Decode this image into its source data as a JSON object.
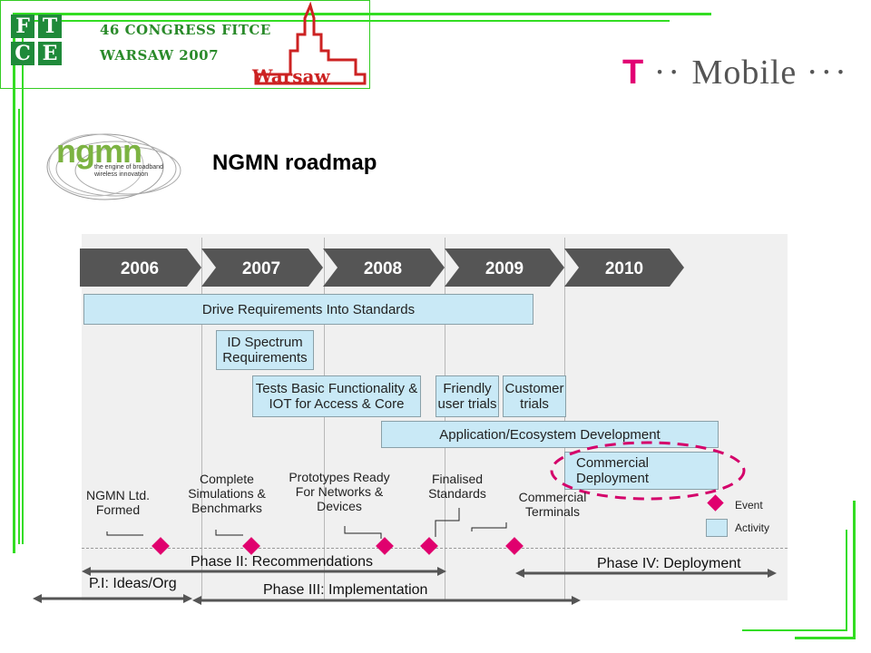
{
  "header": {
    "congress_line1": "46 CONGRESS FITCE",
    "congress_line2": "WARSAW 2007",
    "fitce_letters": [
      "F",
      "T",
      "C",
      "E"
    ],
    "warsaw_logo_text": "Warsaw",
    "tmobile_t": "T",
    "tmobile_dots1": "··",
    "tmobile_word": "Mobile",
    "tmobile_dots2": "···"
  },
  "ngmn_logo": {
    "word": "ngmn",
    "tagline": "the engine of broadband wireless innovation"
  },
  "title": "NGMN roadmap",
  "roadmap": {
    "years": [
      "2006",
      "2007",
      "2008",
      "2009",
      "2010"
    ],
    "activities": {
      "drive": "Drive Requirements Into Standards",
      "spectrum": "ID Spectrum Requirements",
      "tests": "Tests Basic Functionality & IOT for Access & Core",
      "friendly": "Friendly user trials",
      "customer": "Customer trials",
      "application": "Application/Ecosystem Development",
      "commercial": "Commercial Deployment"
    },
    "events": {
      "formed": "NGMN Ltd. Formed",
      "simulations": "Complete Simulations & Benchmarks",
      "prototypes": "Prototypes Ready For Networks & Devices",
      "finalised": "Finalised Standards",
      "terminals": "Commercial Terminals"
    },
    "phases": {
      "p1": "P.I: Ideas/Org",
      "p2": "Phase II: Recommendations",
      "p3": "Phase III: Implementation",
      "p4": "Phase IV: Deployment"
    },
    "legend": {
      "event": "Event",
      "activity": "Activity"
    }
  },
  "colors": {
    "green_frame": "#33dd22",
    "chevron": "#555555",
    "activity_fill": "#c9e9f6",
    "event_diamond": "#e0006e",
    "highlight_ellipse": "#d4006a",
    "tmobile_magenta": "#e20074"
  }
}
